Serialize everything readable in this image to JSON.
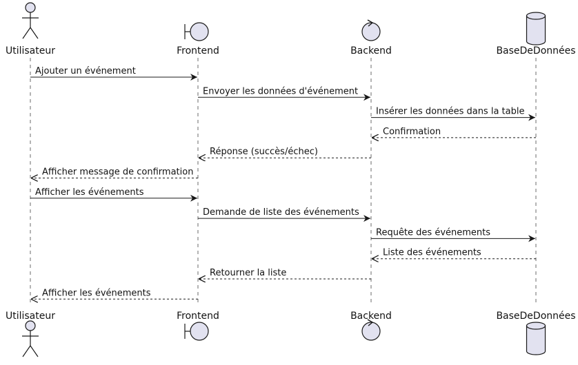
{
  "colors": {
    "participant_fill": "#e2e2f0",
    "stroke": "#181818",
    "lifeline": "#444444",
    "text": "#111111",
    "background": "#ffffff"
  },
  "participants": [
    {
      "name": "Utilisateur",
      "kind": "actor"
    },
    {
      "name": "Frontend",
      "kind": "boundary"
    },
    {
      "name": "Backend",
      "kind": "control"
    },
    {
      "name": "BaseDeDonnées",
      "kind": "database"
    }
  ],
  "messages": [
    {
      "from": 0,
      "to": 1,
      "text": "Ajouter un événement",
      "style": "sync"
    },
    {
      "from": 1,
      "to": 2,
      "text": "Envoyer les données d'événement",
      "style": "sync"
    },
    {
      "from": 2,
      "to": 3,
      "text": "Insérer les données dans la table",
      "style": "sync"
    },
    {
      "from": 3,
      "to": 2,
      "text": "Confirmation",
      "style": "reply"
    },
    {
      "from": 2,
      "to": 1,
      "text": "Réponse (succès/échec)",
      "style": "reply"
    },
    {
      "from": 1,
      "to": 0,
      "text": "Afficher message de confirmation",
      "style": "reply"
    },
    {
      "from": 0,
      "to": 1,
      "text": "Afficher les événements",
      "style": "sync"
    },
    {
      "from": 1,
      "to": 2,
      "text": "Demande de liste des événements",
      "style": "sync"
    },
    {
      "from": 2,
      "to": 3,
      "text": "Requête des événements",
      "style": "sync"
    },
    {
      "from": 3,
      "to": 2,
      "text": "Liste des événements",
      "style": "reply"
    },
    {
      "from": 2,
      "to": 1,
      "text": "Retourner la liste",
      "style": "reply"
    },
    {
      "from": 1,
      "to": 0,
      "text": "Afficher les événements",
      "style": "reply"
    }
  ]
}
